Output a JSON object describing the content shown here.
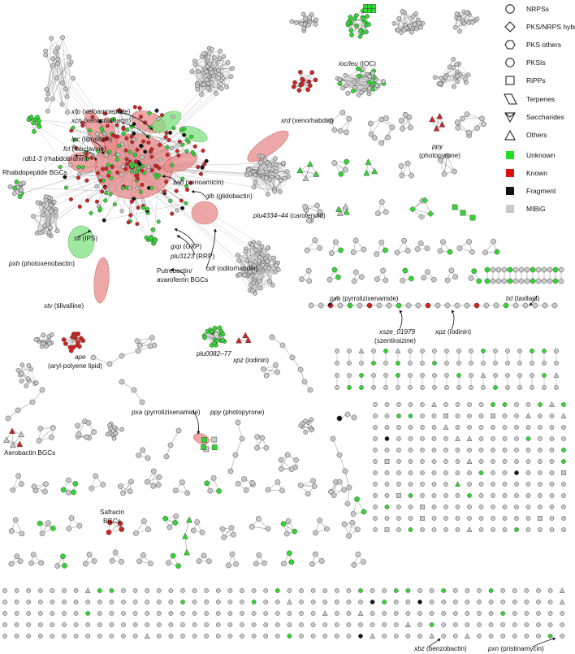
{
  "legend": {
    "shapes": [
      {
        "label": "NRPSs",
        "icon": "circle-icon"
      },
      {
        "label": "PKS/NRPS hybrids",
        "icon": "diamond-icon"
      },
      {
        "label": "PKS others",
        "icon": "hexagon-icon"
      },
      {
        "label": "PKSIs",
        "icon": "circle-icon"
      },
      {
        "label": "RiPPs",
        "icon": "square-icon"
      },
      {
        "label": "Terpenes",
        "icon": "parallelogram-icon"
      },
      {
        "label": "Saccharides",
        "icon": "v-icon"
      },
      {
        "label": "Others",
        "icon": "triangle-icon"
      }
    ],
    "colors": [
      {
        "label": "Unknown",
        "color": "#22dd22"
      },
      {
        "label": "Known",
        "color": "#dd1111"
      },
      {
        "label": "Fragment",
        "color": "#111111"
      },
      {
        "label": "MIBiG",
        "color": "#c8c8c8"
      }
    ]
  },
  "labels": {
    "xfp": {
      "code": "xfp",
      "name": " (xefoampeptide)"
    },
    "xcn": {
      "code": "xcn",
      "name": " (xenocoumacin)"
    },
    "lpc": {
      "code": "lpc",
      "name": " (lipocitide)"
    },
    "fcl": {
      "code": "fcl",
      "name": " (fabclavine)"
    },
    "rdb": {
      "code": "rdb1-3",
      "name": " (rhabdobranin)"
    },
    "xab": {
      "code": "xab",
      "name": " (xenoamicin)"
    },
    "glb": {
      "code": "glb",
      "name": " (glidobactin)"
    },
    "rhabdo": {
      "code": "",
      "name": "Rhabdopeptide BGCs"
    },
    "plu4334": {
      "code": "plu4334–44",
      "name": " (carotenoid)"
    },
    "stl": {
      "code": "stl",
      "name": " (IPS)"
    },
    "gxp": {
      "code": "gxp",
      "name": " (GXP)"
    },
    "plu3123": {
      "code": "plu3123",
      "name": " (RRP)"
    },
    "odl": {
      "code": "odl",
      "name": " (odilorhabdin)"
    },
    "putre1": {
      "code": "",
      "name": "Putrebactin/"
    },
    "putre2": {
      "code": "",
      "name": "avaroferrin BGCs"
    },
    "pxb": {
      "code": "pxb",
      "name": " (photoxenobactin)"
    },
    "xtv": {
      "code": "xtv",
      "name": " (tilivalline)"
    },
    "ioc": {
      "code": "ioc/leu",
      "name": " (IOC)"
    },
    "xrd": {
      "code": "xrd",
      "name": " (xenorhabdin)"
    },
    "ppy_top_code": {
      "code": "ppy",
      "name": ""
    },
    "ppy_top_name": {
      "code": "",
      "name": "(photopyrone)"
    },
    "pxa_right": {
      "code": "pxa",
      "name": " (pyrrolizixenamide)"
    },
    "txl": {
      "code": "txl",
      "name": " (taxllaid)"
    },
    "xsze_code": {
      "code": "xsze_01979",
      "name": ""
    },
    "xsze_name": {
      "code": "",
      "name": "(szentiraizine)"
    },
    "xpz_right": {
      "code": "xpz",
      "name": " (iodinin)"
    },
    "plu0082": {
      "code": "plu0082–77",
      "name": ""
    },
    "xpz_mid": {
      "code": "xpz",
      "name": " (iodinin)"
    },
    "ape_code": {
      "code": "ape",
      "name": ""
    },
    "ape_name": {
      "code": "",
      "name": "(aryl-polyene lipid)"
    },
    "aerobactin": {
      "code": "",
      "name": "Aerobactin BGCs"
    },
    "pxa_mid": {
      "code": "pxa",
      "name": " (pyrrolizixenamide)"
    },
    "ppy_mid": {
      "code": "ppy",
      "name": " (photopyrone)"
    },
    "safracin1": {
      "code": "",
      "name": "Safracin"
    },
    "safracin2": {
      "code": "",
      "name": "BGCs"
    },
    "xbz": {
      "code": "xbz",
      "name": " (benzobactin)"
    },
    "pxn": {
      "code": "pxn",
      "name": " (pristinamycin)"
    }
  }
}
